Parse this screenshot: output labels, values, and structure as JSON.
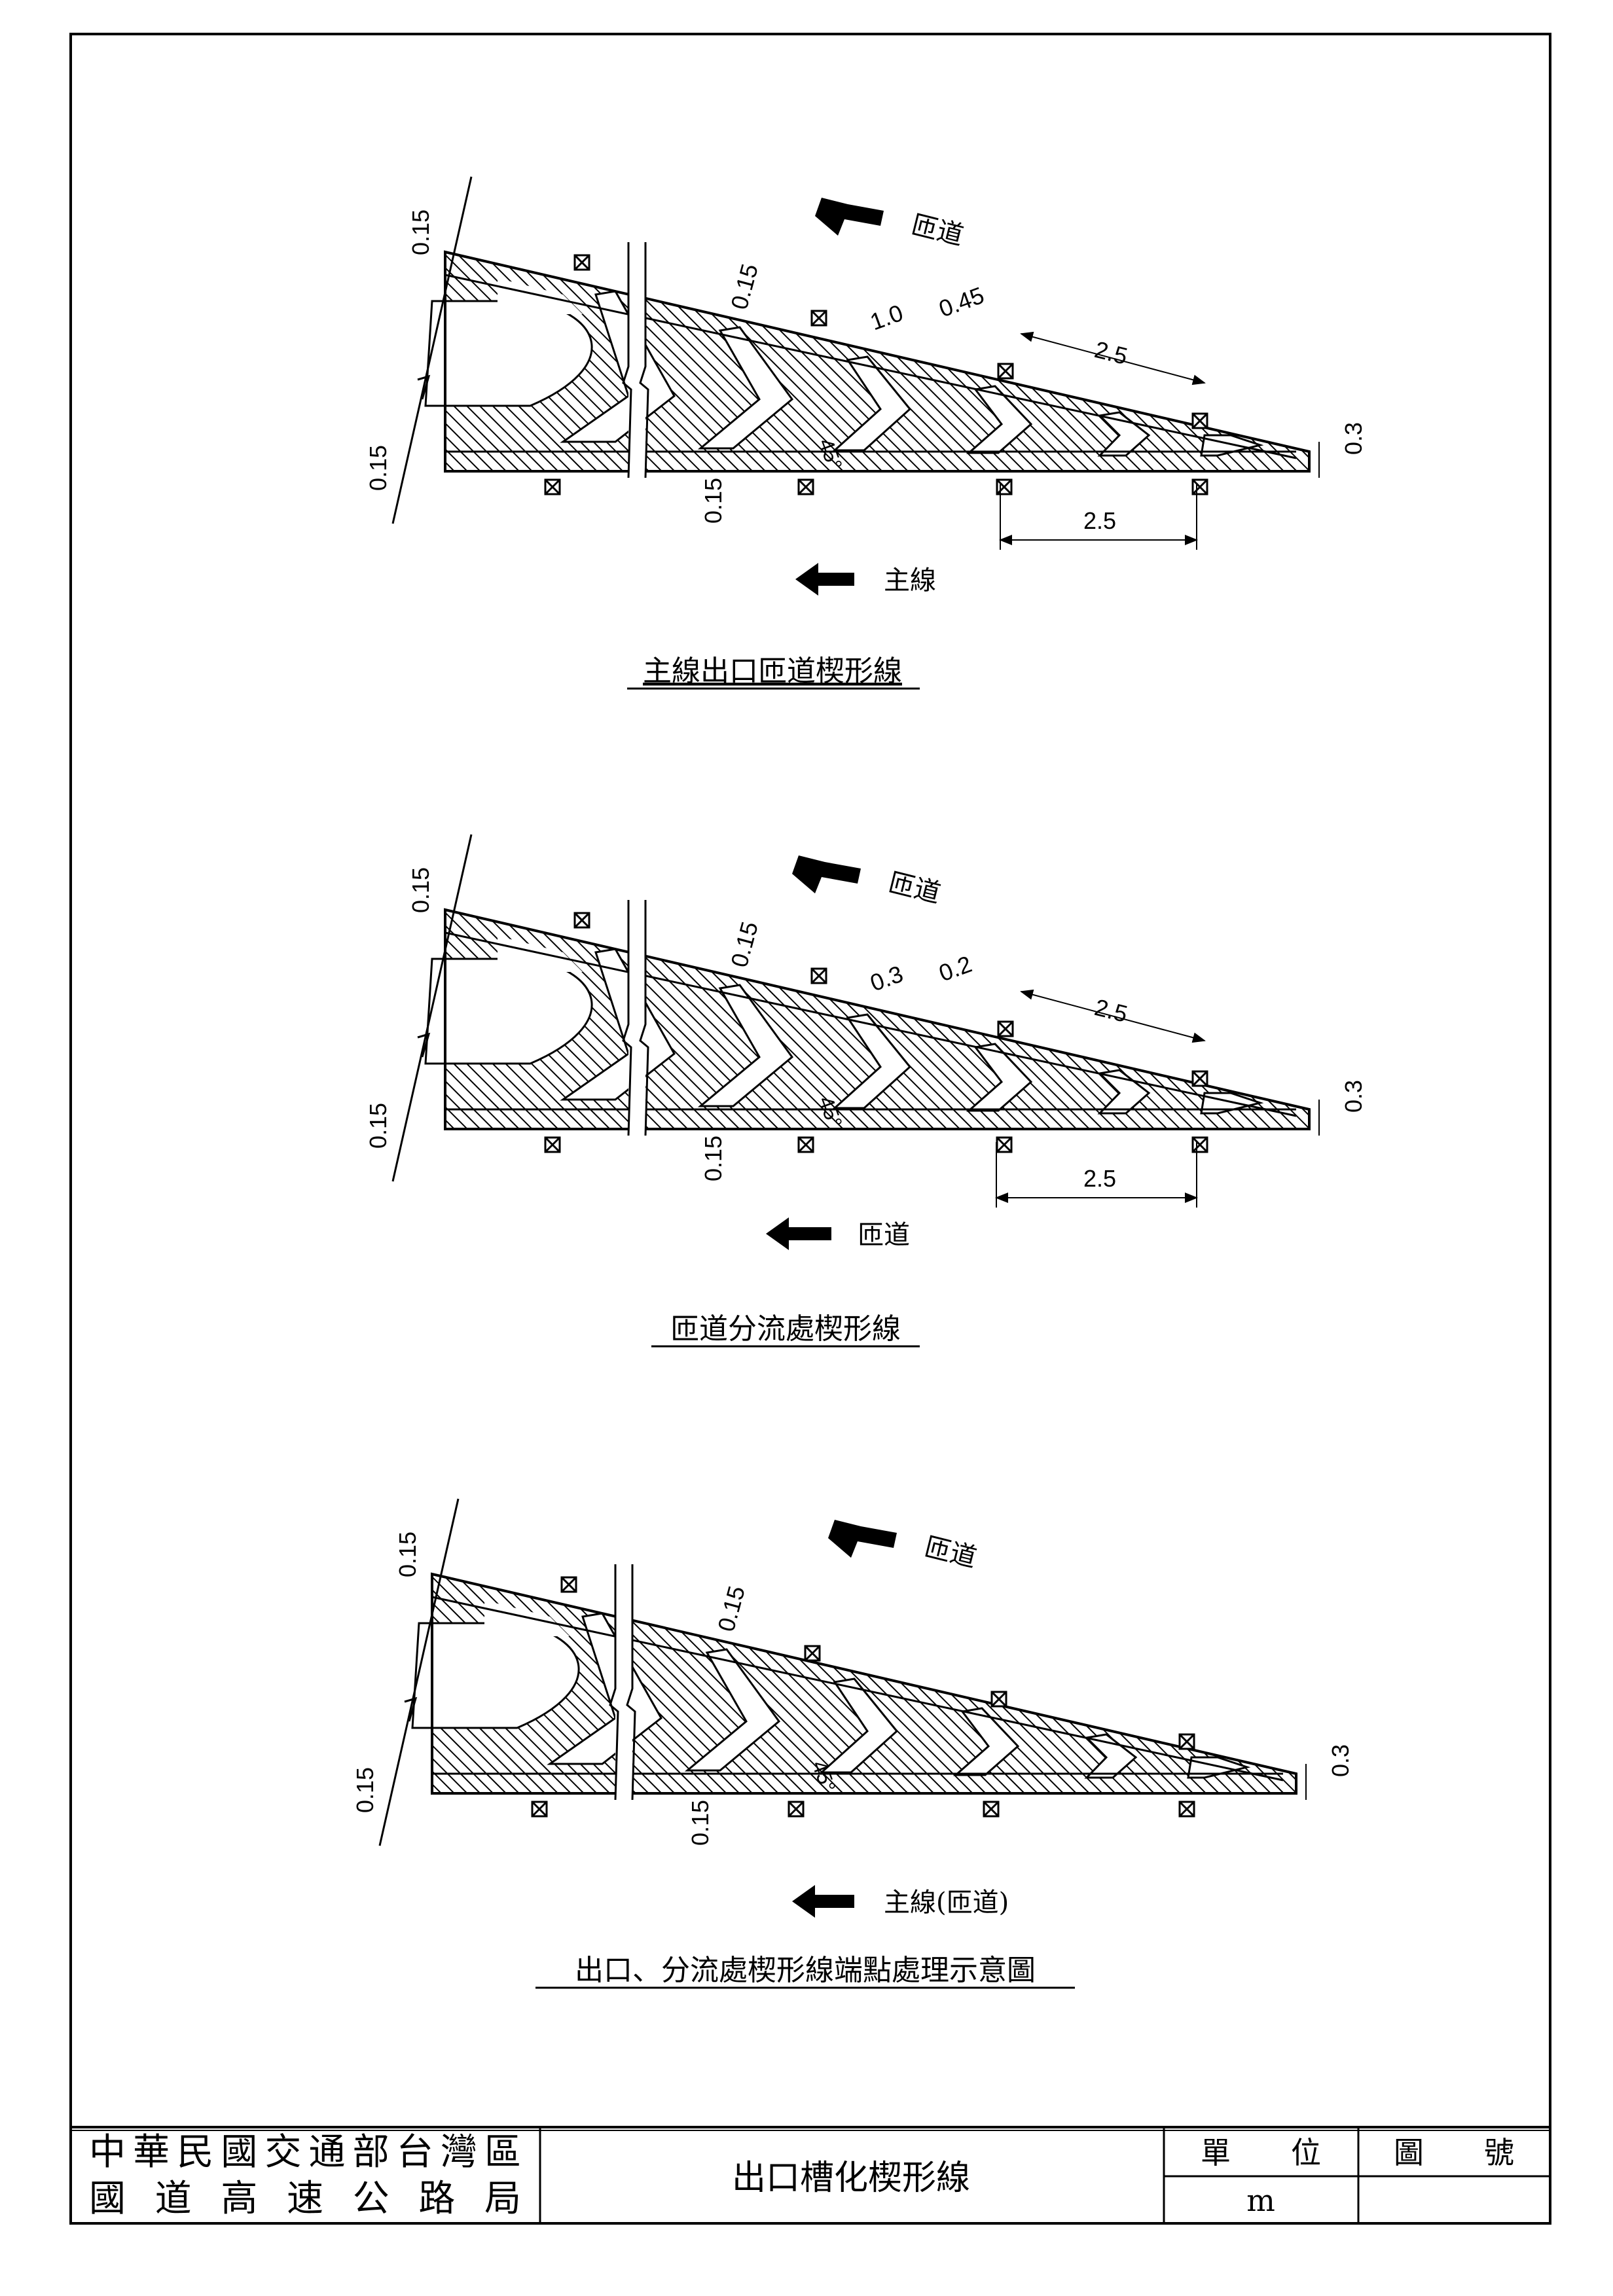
{
  "diagrams": [
    {
      "caption": "主線出口匝道楔形線",
      "arrow_top_label": "匝道",
      "arrow_bottom_label": "主線",
      "dims": {
        "top_left_width": "0.15",
        "bottom_left_width": "0.15",
        "break_bottom_width": "0.15",
        "break_top_width": "0.15",
        "stripe_width": "1.0",
        "stripe_gap": "0.45",
        "angle": "45°",
        "top_spacing": "2.5",
        "bottom_spacing": "2.5",
        "nose_width": "0.3"
      }
    },
    {
      "caption": "匝道分流處楔形線",
      "arrow_top_label": "匝道",
      "arrow_bottom_label": "匝道",
      "dims": {
        "top_left_width": "0.15",
        "bottom_left_width": "0.15",
        "break_bottom_width": "0.15",
        "break_top_width": "0.15",
        "stripe_width": "0.3",
        "stripe_gap": "0.2",
        "angle": "45°",
        "top_spacing": "2.5",
        "bottom_spacing": "2.5",
        "nose_width": "0.3"
      }
    },
    {
      "caption": "出口、分流處楔形線端點處理示意圖",
      "arrow_top_label": "匝道",
      "arrow_bottom_label": "主線(匝道)",
      "dims": {
        "top_left_width": "0.15",
        "bottom_left_width": "0.15",
        "break_bottom_width": "0.15",
        "break_top_width": "0.15",
        "angle": "45°",
        "nose_width": "0.3"
      }
    }
  ],
  "title_block": {
    "agency_line1": "中華民國交通部台灣區",
    "agency_line2": "國　道　高　速　公　路　局",
    "drawing_title": "出口槽化楔形線",
    "unit_header": "單　　位",
    "unit_value": "m",
    "drawing_no_header": "圖　　號",
    "drawing_no_value": ""
  }
}
